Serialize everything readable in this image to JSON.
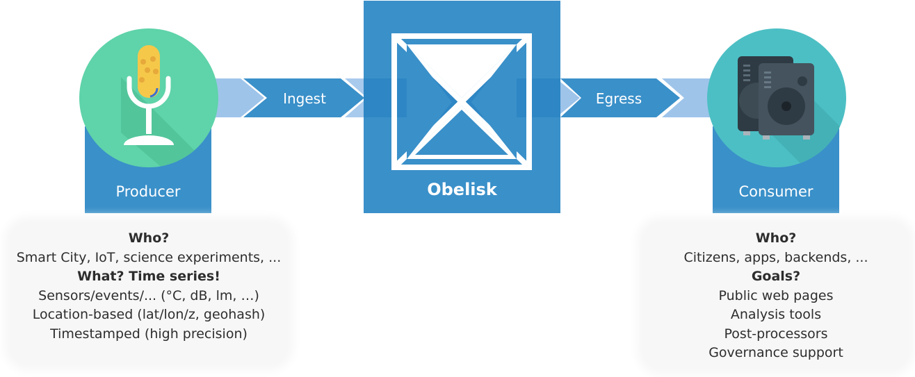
{
  "flow": {
    "ingest_label": "Ingest",
    "egress_label": "Egress"
  },
  "producer": {
    "label": "Producer",
    "icon": "microphone-icon",
    "circle_color": "#5fd3a9",
    "who_title": "Who?",
    "who_text": "Smart City, IoT, science experiments, ...",
    "what_title": "What? Time series!",
    "what_items": [
      "Sensors/events/... (°C, dB, lm, …)",
      "Location-based (lat/lon/z, geohash)",
      "Timestamped (high precision)"
    ]
  },
  "obelisk": {
    "label": "Obelisk",
    "icon": "obelisk-logo"
  },
  "consumer": {
    "label": "Consumer",
    "icon": "speakers-icon",
    "circle_color": "#4cbfc4",
    "who_title": "Who?",
    "who_text": "Citizens, apps, backends, ...",
    "goals_title": "Goals?",
    "goals_items": [
      "Public web pages",
      "Analysis tools",
      "Post-processors",
      "Governance support"
    ]
  },
  "colors": {
    "box_blue": "#3a90c9",
    "arrow_light": "#9ec4ea",
    "arrow_dark": "#3a90c9"
  }
}
